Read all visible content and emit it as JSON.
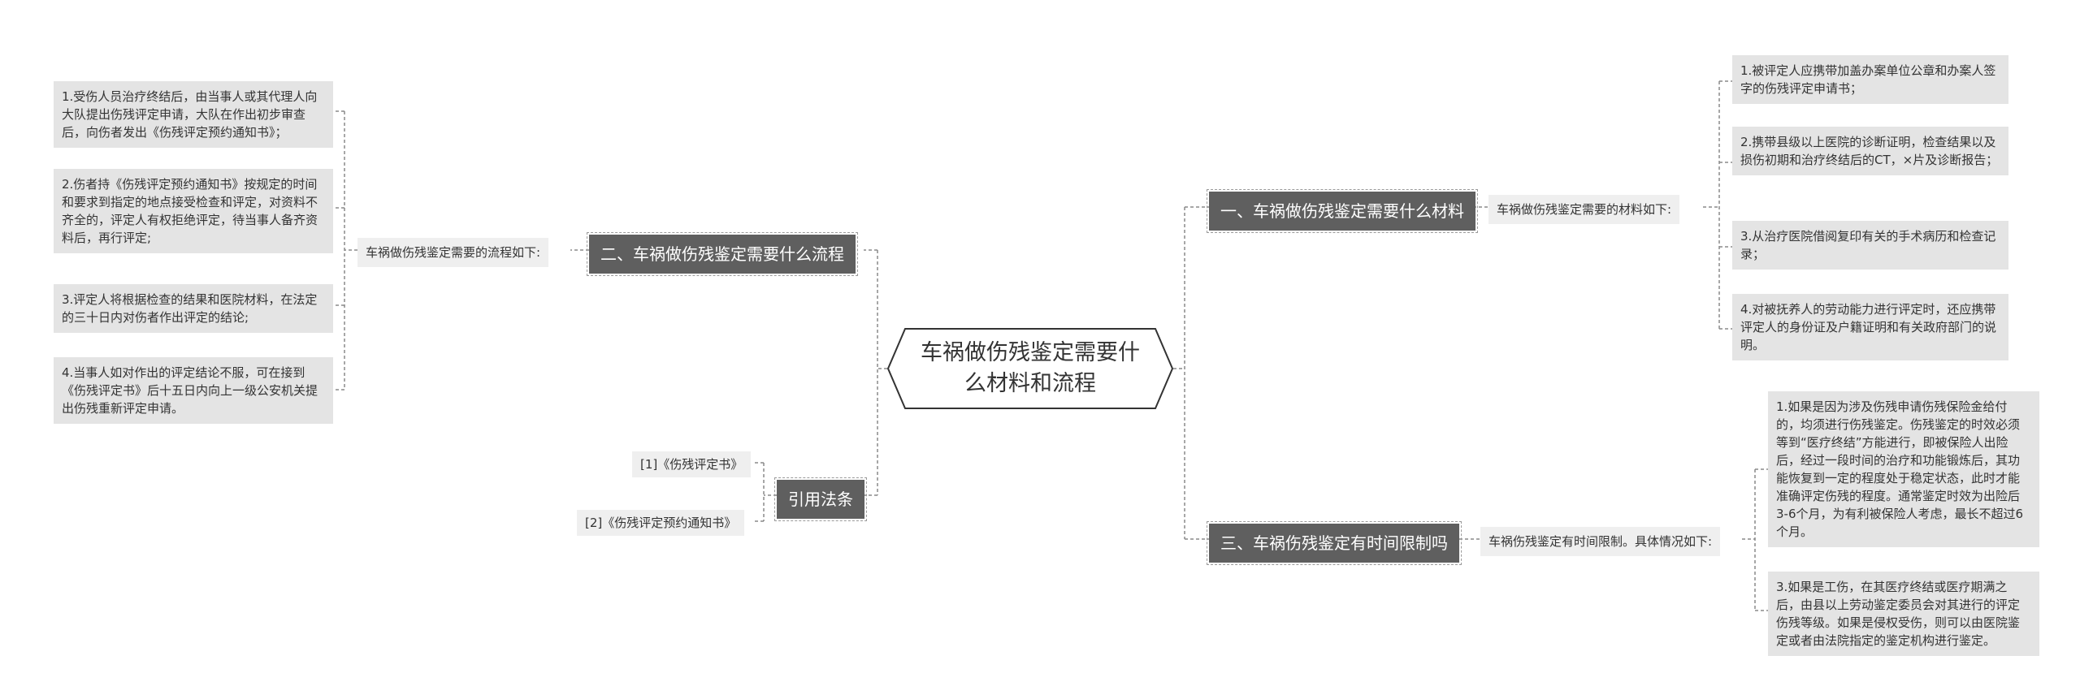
{
  "center": {
    "title": "车祸做伤残鉴定需要什么材料和流程"
  },
  "branches": {
    "materials": {
      "title": "一、车祸做伤残鉴定需要什么材料",
      "intro": "车祸做伤残鉴定需要的材料如下:",
      "items": [
        "1.被评定人应携带加盖办案单位公章和办案人签字的伤残评定申请书；",
        "2.携带县级以上医院的诊断证明，检查结果以及损伤初期和治疗终结后的CT，×片及诊断报告；",
        "3.从治疗医院借阅复印有关的手术病历和检查记录；",
        "4.对被抚养人的劳动能力进行评定时，还应携带评定人的身份证及户籍证明和有关政府部门的说明。"
      ]
    },
    "process": {
      "title": "二、车祸做伤残鉴定需要什么流程",
      "intro": "车祸做伤残鉴定需要的流程如下:",
      "items": [
        "1.受伤人员治疗终结后，由当事人或其代理人向大队提出伤残评定申请，大队在作出初步审查后，向伤者发出《伤残评定预约通知书》；",
        "2.伤者持《伤残评定预约通知书》按规定的时间和要求到指定的地点接受检查和评定，对资料不齐全的，评定人有权拒绝评定，待当事人备齐资料后，再行评定;",
        "3.评定人将根据检查的结果和医院材料，在法定的三十日内对伤者作出评定的结论;",
        "4.当事人如对作出的评定结论不服，可在接到《伤残评定书》后十五日内向上一级公安机关提出伤残重新评定申请。"
      ]
    },
    "time_limit": {
      "title": "三、车祸伤残鉴定有时间限制吗",
      "intro": "车祸伤残鉴定有时间限制。具体情况如下:",
      "items": [
        "1.如果是因为涉及伤残申请伤残保险金给付的，均须进行伤残鉴定。伤残鉴定的时效必须等到“医疗终结”方能进行，即被保险人出险后，经过一段时间的治疗和功能锻炼后，其功能恢复到一定的程度处于稳定状态，此时才能准确评定伤残的程度。通常鉴定时效为出险后3-6个月，为有利被保险人考虑，最长不超过6个月。",
        "3.如果是工伤，在其医疗终结或医疗期满之后，由县以上劳动鉴定委员会对其进行的评定伤残等级。如果是侵权受伤，则可以由医院鉴定或者由法院指定的鉴定机构进行鉴定。"
      ]
    },
    "references": {
      "title": "引用法条",
      "items": [
        "[1]《伤残评定书》",
        "[2]《伤残评定预约通知书》"
      ]
    }
  },
  "colors": {
    "branch_fill": "#5f5f5f",
    "leaf_fill": "#e4e4e4",
    "mid_fill": "#efefef",
    "line": "#8a8a8a",
    "text": "#333333"
  }
}
